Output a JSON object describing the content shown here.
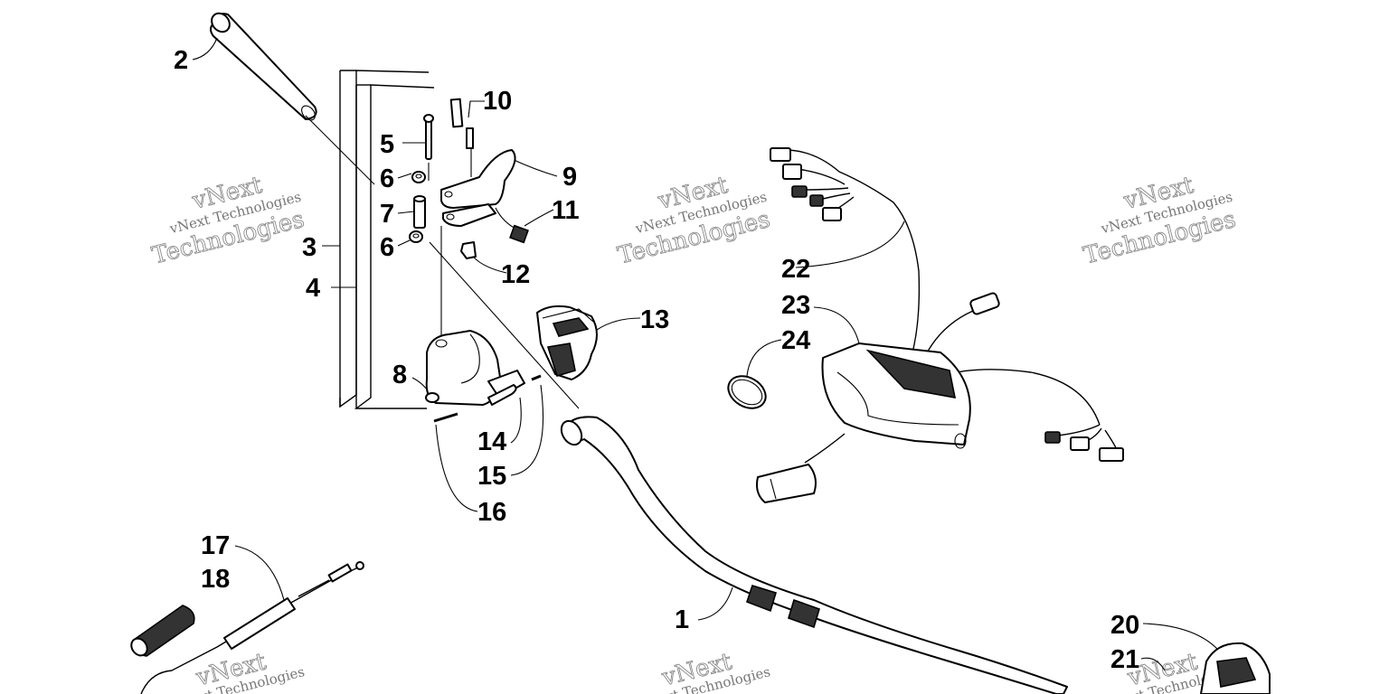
{
  "watermark": {
    "line1": "vNext",
    "line2": "vNext Technologies",
    "line3": "Technologies"
  },
  "callouts": {
    "c1": "1",
    "c2": "2",
    "c3": "3",
    "c4": "4",
    "c5": "5",
    "c6a": "6",
    "c6b": "6",
    "c7": "7",
    "c8": "8",
    "c9": "9",
    "c10": "10",
    "c11": "11",
    "c12": "12",
    "c13": "13",
    "c14": "14",
    "c15": "15",
    "c16": "16",
    "c17": "17",
    "c18": "18",
    "c20": "20",
    "c21": "21",
    "c22": "22",
    "c23": "23",
    "c24": "24"
  }
}
